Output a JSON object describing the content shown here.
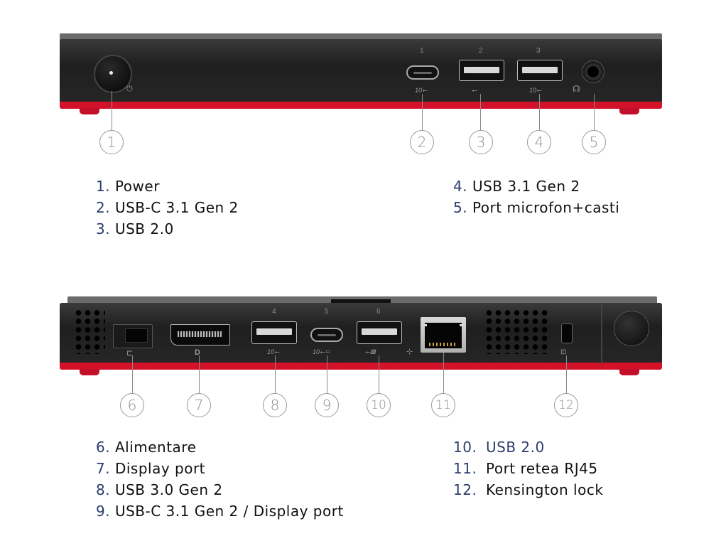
{
  "front_panel": {
    "port_numbers": [
      "1",
      "2",
      "3"
    ],
    "port_speed_labels": [
      "10",
      "10"
    ],
    "callouts": [
      "1",
      "2",
      "3",
      "4",
      "5"
    ]
  },
  "back_panel": {
    "port_numbers": [
      "4",
      "5",
      "6"
    ],
    "port_speed_labels": [
      "10",
      "10"
    ],
    "callouts": [
      "6",
      "7",
      "8",
      "9",
      "10",
      "11",
      "12"
    ]
  },
  "legend_front_left": [
    {
      "num": "1.",
      "label": "Power"
    },
    {
      "num": "2.",
      "label": "USB-C 3.1 Gen 2"
    },
    {
      "num": "3.",
      "label": "USB 2.0"
    }
  ],
  "legend_front_right": [
    {
      "num": "4.",
      "label": "USB 3.1 Gen 2"
    },
    {
      "num": "5.",
      "label": "Port microfon+casti"
    }
  ],
  "legend_back_left": [
    {
      "num": "6.",
      "label": "Alimentare"
    },
    {
      "num": "7.",
      "label": "Display port"
    },
    {
      "num": "8.",
      "label": "USB 3.0 Gen 2"
    },
    {
      "num": "9.",
      "label": "USB-C 3.1 Gen 2 / Display port"
    }
  ],
  "legend_back_right": [
    {
      "num": "10.",
      "label": "USB 2.0"
    },
    {
      "num": "11.",
      "label": "Port retea RJ45"
    },
    {
      "num": "12.",
      "label": "Kensington lock"
    }
  ],
  "colors": {
    "accent_red": "#d3122a",
    "chassis": "#262626",
    "legend_number": "#2b3d6b"
  }
}
